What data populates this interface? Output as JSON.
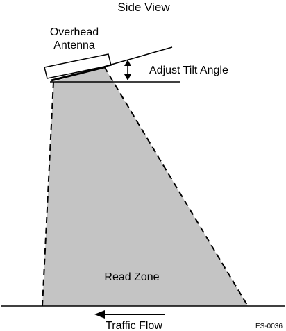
{
  "title": "Side View",
  "labels": {
    "antenna_line1": "Overhead",
    "antenna_line2": "Antenna",
    "tilt": "Adjust Tilt Angle",
    "read_zone": "Read Zone",
    "traffic": "Traffic Flow",
    "figure_id": "ES-0036"
  },
  "colors": {
    "zone_fill": "#c4c4c4",
    "ink": "#000000",
    "background": "#ffffff"
  }
}
